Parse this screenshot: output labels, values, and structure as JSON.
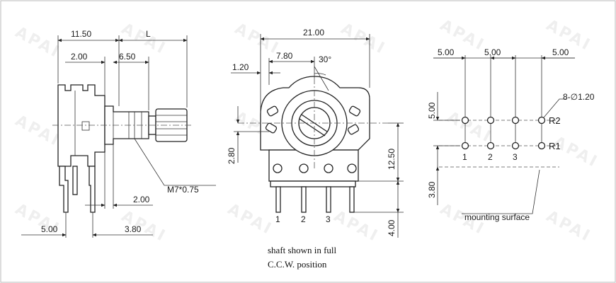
{
  "watermark": {
    "text": "APAI"
  },
  "side_view": {
    "dims": {
      "d1": "11.50",
      "d2": "L",
      "d3": "2.00",
      "d4": "6.50",
      "d5": "2.00",
      "d6": "5.00",
      "d7": "3.80"
    },
    "thread_label": "M7*0.75"
  },
  "front_view": {
    "dims": {
      "d1": "21.00",
      "d2": "7.80",
      "d3": "30°",
      "d4": "1.20",
      "d5": "2.80",
      "d6": "12.50",
      "d7": "4.00"
    },
    "pin_labels": [
      "1",
      "2",
      "3"
    ],
    "note_line1": "shaft shown in full",
    "note_line2": "C.C.W. position"
  },
  "pcb_view": {
    "dims": {
      "d1": "5.00",
      "d2": "5.00",
      "d3": "5.00",
      "d4": "5.00",
      "d5": "3.80"
    },
    "hole_label": "8-∅1.20",
    "row_labels": [
      "R2",
      "R1"
    ],
    "pin_labels": [
      "1",
      "2",
      "3"
    ],
    "mounting_label": "mounting surface"
  }
}
